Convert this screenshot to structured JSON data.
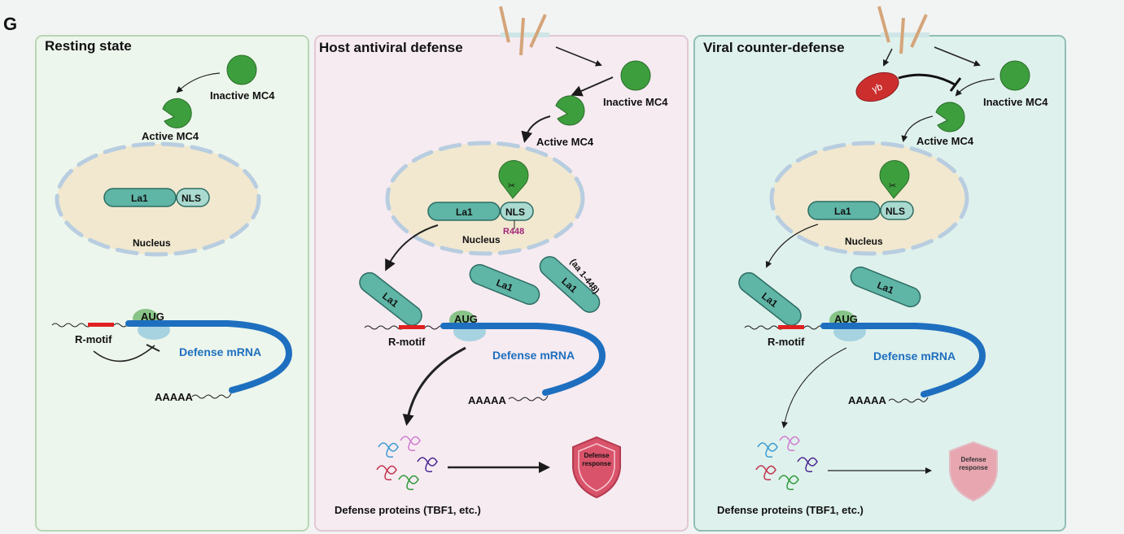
{
  "figure_label": "G",
  "colors": {
    "panel1_bg": "#edf6ec",
    "panel1_border": "#b9d6b5",
    "panel2_bg": "#f6ebf1",
    "panel2_border": "#dfc8d5",
    "panel3_bg": "#dff1ec",
    "panel3_border": "#8fbfb4",
    "mc4": "#3d9e3d",
    "la1": "#5fb5a6",
    "nls": "#a9d9cf",
    "nucleus": "#f1e8cf",
    "mrna": "#1e6fbf",
    "rmotif": "#e02020",
    "r448": "#a3277a",
    "yb": "#cc2e2e",
    "shield": "#d9536a",
    "shield_faded": "#e7a6b0"
  },
  "panels": [
    {
      "title": "Resting state",
      "inactive_label": "Inactive MC4",
      "active_label": "Active MC4",
      "la1": "La1",
      "nls": "NLS",
      "nucleus": "Nucleus",
      "rmotif": "R-motif",
      "aug": "AUG",
      "mrna": "Defense mRNA",
      "polya": "AAAAA"
    },
    {
      "title": "Host antiviral defense",
      "inactive_label": "Inactive MC4",
      "active_label": "Active MC4",
      "la1": "La1",
      "nls": "NLS",
      "nucleus": "Nucleus",
      "site": "R448",
      "fragment_la1": [
        "La1",
        "La1",
        "La1"
      ],
      "fragment_note": "(aa 1-448)",
      "rmotif": "R-motif",
      "aug": "AUG",
      "mrna": "Defense mRNA",
      "polya": "AAAAA",
      "proteins": "Defense proteins (TBF1, etc.)",
      "shield_line1": "Defense",
      "shield_line2": "response"
    },
    {
      "title": "Viral counter-defense",
      "yb": "γb",
      "inactive_label": "Inactive MC4",
      "active_label": "Active MC4",
      "la1": "La1",
      "nls": "NLS",
      "nucleus": "Nucleus",
      "fragment_la1": [
        "La1",
        "La1"
      ],
      "rmotif": "R-motif",
      "aug": "AUG",
      "mrna": "Defense mRNA",
      "polya": "AAAAA",
      "proteins": "Defense proteins (TBF1, etc.)",
      "shield_line1": "Defense",
      "shield_line2": "response"
    }
  ]
}
